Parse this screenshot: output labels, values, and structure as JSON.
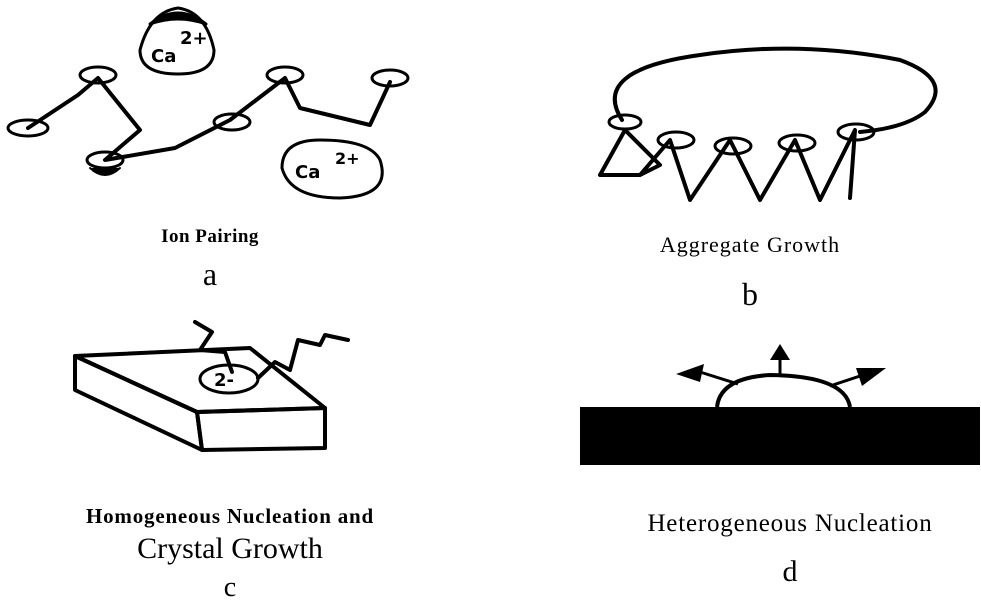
{
  "panels": {
    "a": {
      "caption": "Ion Pairing",
      "letter": "a",
      "ion1": "Ca",
      "ion1_charge": "2+",
      "ion2": "Ca",
      "ion2_charge": "2+"
    },
    "b": {
      "caption": "Aggregate Growth",
      "letter": "b"
    },
    "c": {
      "caption_line1": "Homogeneous Nucleation and",
      "caption_line2": "Crystal Growth",
      "letter": "c",
      "ion_charge": "2-"
    },
    "d": {
      "caption": "Heterogeneous Nucleation",
      "letter": "d"
    }
  }
}
